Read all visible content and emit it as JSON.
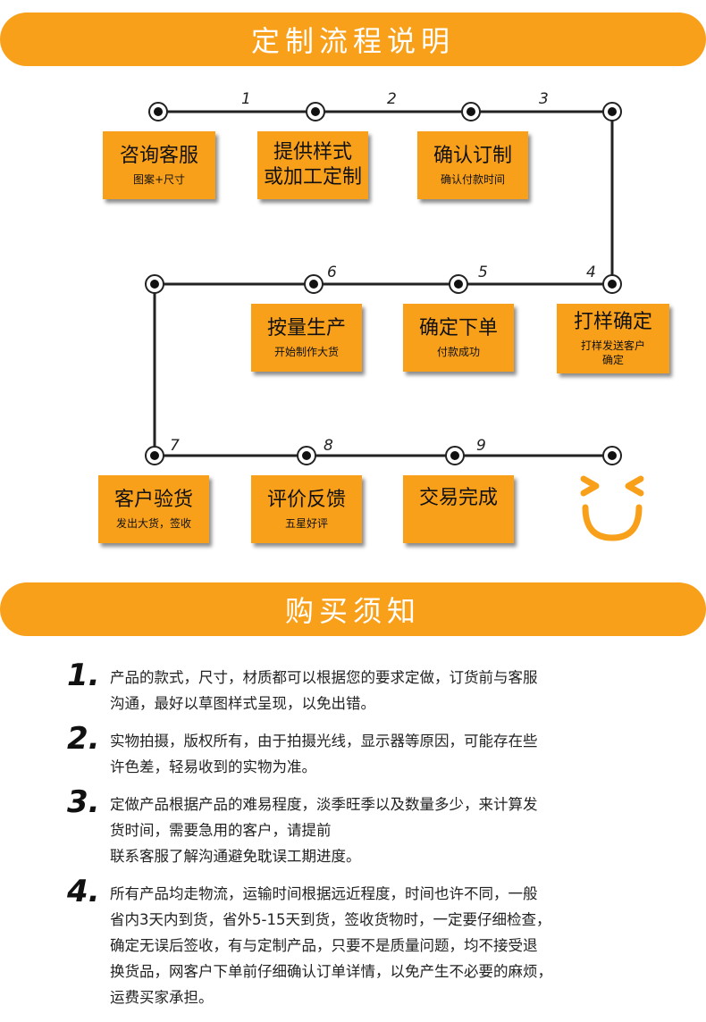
{
  "section1": {
    "title": "定制流程说明"
  },
  "section2": {
    "title": "购买须知"
  },
  "steps": [
    {
      "num": "1",
      "title": "咨询客服",
      "sub": "图案+尺寸"
    },
    {
      "num": "2",
      "title": "提供样式\n或加工定制",
      "sub": ""
    },
    {
      "num": "3",
      "title": "确认订制",
      "sub": "确认付款时间"
    },
    {
      "num": "4",
      "title": "打样确定",
      "sub": "打样发送客户\n确定"
    },
    {
      "num": "5",
      "title": "确定下单",
      "sub": "付款成功"
    },
    {
      "num": "6",
      "title": "按量生产",
      "sub": "开始制作大货"
    },
    {
      "num": "7",
      "title": "客户验货",
      "sub": "发出大货，签收"
    },
    {
      "num": "8",
      "title": "评价反馈",
      "sub": "五星好评"
    },
    {
      "num": "9",
      "title": "交易完成",
      "sub": ""
    }
  ],
  "notes": [
    {
      "num": "1.",
      "text": "产品的款式，尺寸，材质都可以根据您的要求定做，订货前与客服\n沟通，最好以草图样式呈现，以免出错。"
    },
    {
      "num": "2.",
      "text": "实物拍摄，版权所有，由于拍摄光线，显示器等原因，可能存在些\n许色差，轻易收到的实物为准。"
    },
    {
      "num": "3.",
      "text": "定做产品根据产品的难易程度，淡季旺季以及数量多少，来计算发\n货时间，需要急用的客户，请提前\n联系客服了解沟通避免耽误工期进度。"
    },
    {
      "num": "4.",
      "text": "所有产品均走物流，运输时间根据远近程度，时间也许不同，一般\n省内3天内到货，省外5-15天到货，签收货物时，一定要仔细检查，\n确定无误后签收，有与定制产品，只要不是质量问题，均不接受退\n换货品，网客户下单前仔细确认订单详情，以免产生不必要的麻烦，\n运费买家承担。"
    }
  ],
  "colors": {
    "accent": "#f9a01b",
    "line": "#222222"
  },
  "icons": {
    "end": "smiley-face-icon"
  }
}
